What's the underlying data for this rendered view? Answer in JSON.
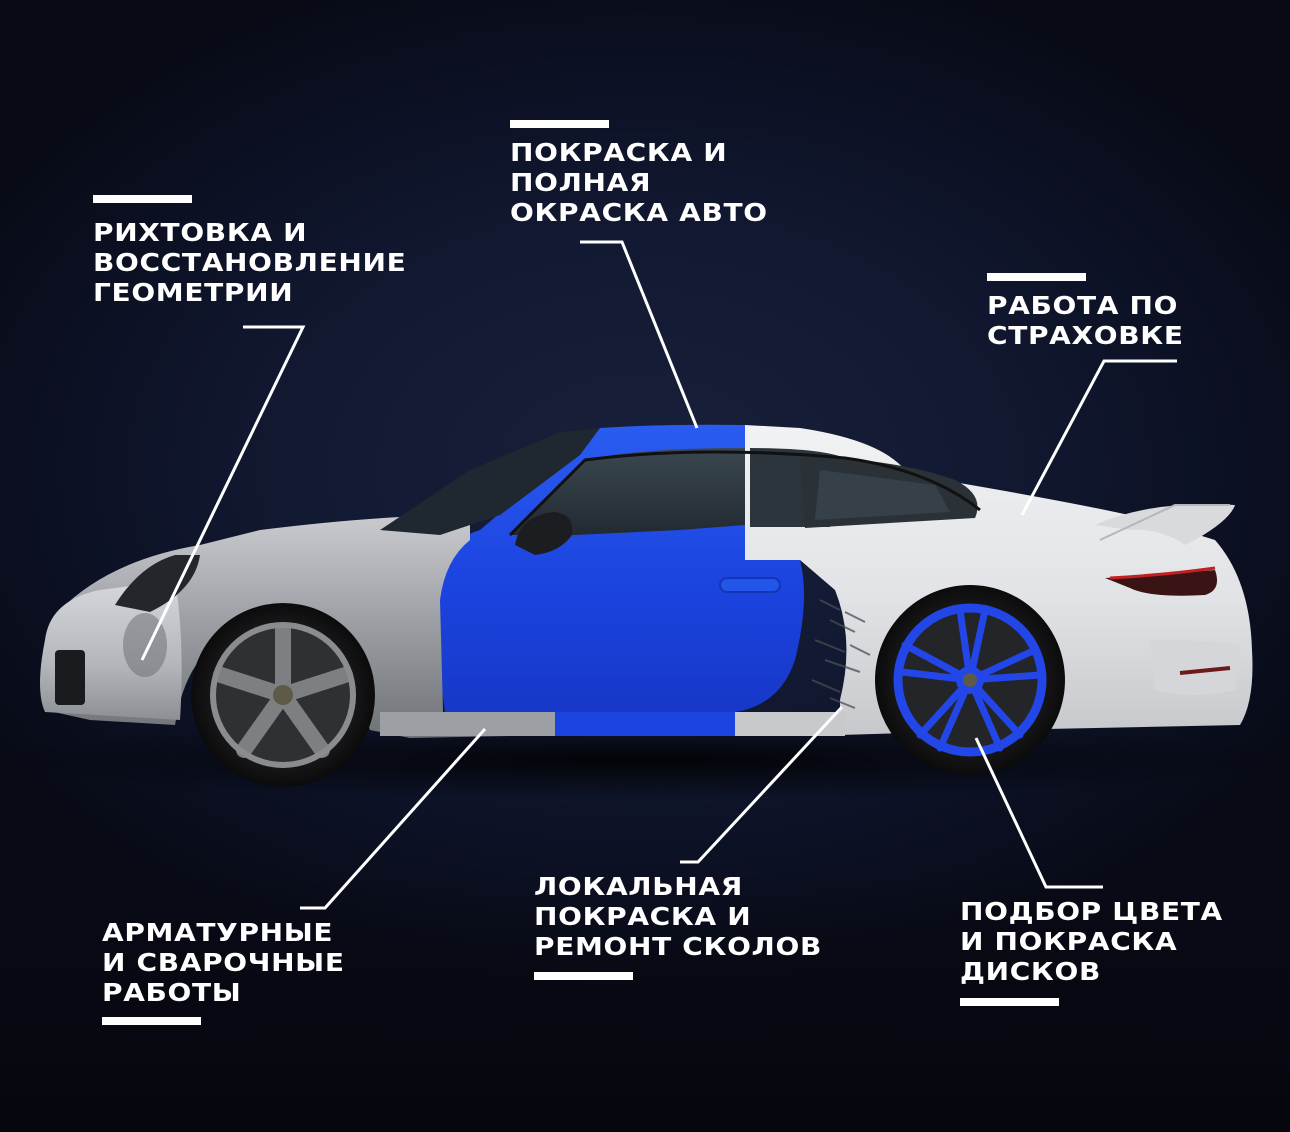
{
  "colors": {
    "background": "#121932",
    "background_edge": "#080a16",
    "accent_blue": "#1c44e0",
    "label_text": "#ffffff",
    "bar": "#ffffff"
  },
  "annotations": [
    {
      "id": "dent-repair",
      "lines": [
        "Рихтовка и",
        "восстановление",
        "геометрии"
      ],
      "bar_position": "top",
      "target": "front-bumper"
    },
    {
      "id": "full-paint",
      "lines": [
        "Покраска и",
        "полная",
        "окраска авто"
      ],
      "bar_position": "top",
      "target": "roof-pillar"
    },
    {
      "id": "insurance",
      "lines": [
        "Работа по",
        "страховке"
      ],
      "bar_position": "top",
      "target": "rear-quarter-panel"
    },
    {
      "id": "welding",
      "lines": [
        "Арматурные",
        "и сварочные",
        "работы"
      ],
      "bar_position": "bottom",
      "target": "side-sill"
    },
    {
      "id": "local-paint",
      "lines": [
        "Локальная",
        "покраска и",
        "ремонт сколов"
      ],
      "bar_position": "bottom",
      "target": "rear-fender-chips"
    },
    {
      "id": "wheel-paint",
      "lines": [
        "Подбор цвета",
        "и покраска",
        "дисков"
      ],
      "bar_position": "bottom",
      "target": "rear-wheel"
    }
  ]
}
